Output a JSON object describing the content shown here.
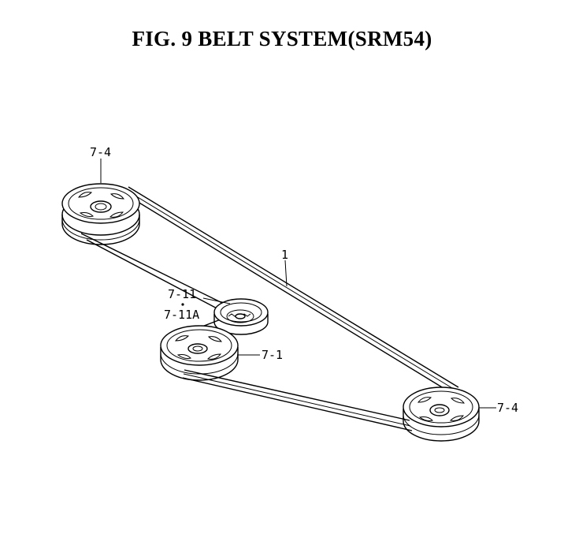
{
  "title": "FIG.  9  BELT SYSTEM(SRM54)",
  "labels": {
    "pulley_top_left": "7-4",
    "belt": "1",
    "idler": "7-11",
    "idler_alt": "7-11A",
    "center_pulley": "7-1",
    "pulley_bottom_right": "7-4"
  },
  "colors": {
    "line": "#000000",
    "background": "#ffffff"
  }
}
